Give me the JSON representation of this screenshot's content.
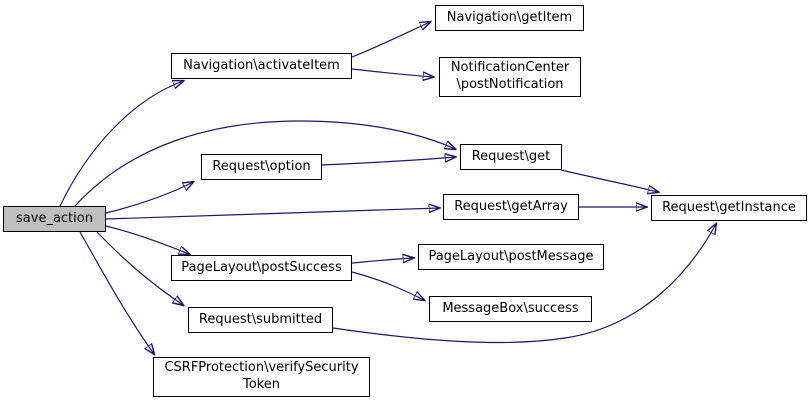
{
  "diagram": {
    "type": "call-graph",
    "edge_color": "#191970",
    "node_fill": "#ffffff",
    "node_border": "#000000",
    "highlight_fill": "#bfbfbf",
    "nodes": [
      {
        "id": "save-action",
        "lines": [
          "save_action"
        ]
      },
      {
        "id": "navigation-activateitem",
        "lines": [
          "Navigation\\activateItem"
        ]
      },
      {
        "id": "navigation-getitem",
        "lines": [
          "Navigation\\getItem"
        ]
      },
      {
        "id": "notificationcenter-postnotification",
        "lines": [
          "NotificationCenter",
          "\\postNotification"
        ]
      },
      {
        "id": "request-option",
        "lines": [
          "Request\\option"
        ]
      },
      {
        "id": "request-get",
        "lines": [
          "Request\\get"
        ]
      },
      {
        "id": "request-getarray",
        "lines": [
          "Request\\getArray"
        ]
      },
      {
        "id": "request-getinstance",
        "lines": [
          "Request\\getInstance"
        ]
      },
      {
        "id": "pagelayout-postsuccess",
        "lines": [
          "PageLayout\\postSuccess"
        ]
      },
      {
        "id": "pagelayout-postmessage",
        "lines": [
          "PageLayout\\postMessage"
        ]
      },
      {
        "id": "messagebox-success",
        "lines": [
          "MessageBox\\success"
        ]
      },
      {
        "id": "request-submitted",
        "lines": [
          "Request\\submitted"
        ]
      },
      {
        "id": "csrfprotection-verifysecuritytoken",
        "lines": [
          "CSRFProtection\\verifySecurity",
          "Token"
        ]
      }
    ],
    "edges": [
      {
        "from": "save_action",
        "to": "Navigation\\activateItem"
      },
      {
        "from": "save_action",
        "to": "Request\\get"
      },
      {
        "from": "save_action",
        "to": "Request\\option"
      },
      {
        "from": "save_action",
        "to": "Request\\getArray"
      },
      {
        "from": "save_action",
        "to": "PageLayout\\postSuccess"
      },
      {
        "from": "save_action",
        "to": "Request\\submitted"
      },
      {
        "from": "save_action",
        "to": "CSRFProtection\\verifySecurityToken"
      },
      {
        "from": "Navigation\\activateItem",
        "to": "Navigation\\getItem"
      },
      {
        "from": "Navigation\\activateItem",
        "to": "NotificationCenter\\postNotification"
      },
      {
        "from": "Request\\option",
        "to": "Request\\get"
      },
      {
        "from": "Request\\get",
        "to": "Request\\getInstance"
      },
      {
        "from": "Request\\getArray",
        "to": "Request\\getInstance"
      },
      {
        "from": "PageLayout\\postSuccess",
        "to": "PageLayout\\postMessage"
      },
      {
        "from": "PageLayout\\postSuccess",
        "to": "MessageBox\\success"
      },
      {
        "from": "Request\\submitted",
        "to": "Request\\getInstance"
      }
    ]
  }
}
